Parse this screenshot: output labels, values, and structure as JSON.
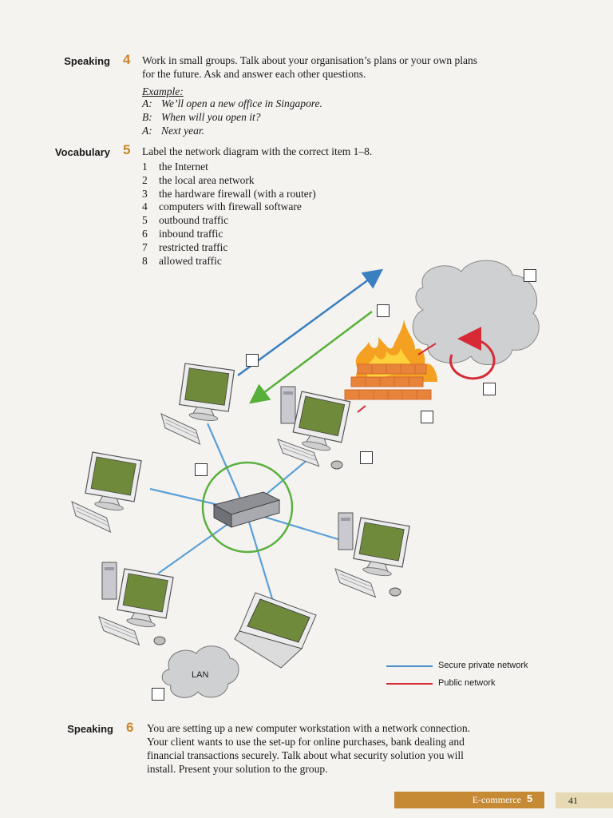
{
  "speaking4": {
    "label": "Speaking",
    "number": "4",
    "instruction_line1": "Work in small groups. Talk about your organisation’s plans or your own plans",
    "instruction_line2": "for the future. Ask and answer each other questions.",
    "example_label": "Example:",
    "example": [
      {
        "speaker": "A:",
        "line": "We’ll open a new office in Singapore."
      },
      {
        "speaker": "B:",
        "line": "When will you open it?"
      },
      {
        "speaker": "A:",
        "line": "Next year."
      }
    ]
  },
  "vocabulary5": {
    "label": "Vocabulary",
    "number": "5",
    "instruction": "Label the network diagram with the correct item 1–8.",
    "items": [
      {
        "n": "1",
        "text": "the Internet"
      },
      {
        "n": "2",
        "text": "the local area network"
      },
      {
        "n": "3",
        "text": "the hardware firewall (with a router)"
      },
      {
        "n": "4",
        "text": "computers with firewall software"
      },
      {
        "n": "5",
        "text": "outbound traffic"
      },
      {
        "n": "6",
        "text": "inbound traffic"
      },
      {
        "n": "7",
        "text": "restricted traffic"
      },
      {
        "n": "8",
        "text": "allowed traffic"
      }
    ]
  },
  "diagram": {
    "lan_label": "LAN",
    "legend": [
      {
        "label": "Secure private network",
        "color": "#4a8ccc"
      },
      {
        "label": "Public network",
        "color": "#d62b36"
      }
    ],
    "colors": {
      "cable": "#5ba0d8",
      "hub_ring": "#5cb040",
      "arrow_out": "#3a7fc0",
      "arrow_in": "#58b03a",
      "firewall": "#e8833a",
      "cloud": "#cfd0d2"
    }
  },
  "speaking6": {
    "label": "Speaking",
    "number": "6",
    "lines": [
      "You are setting up a new computer workstation with a network connection.",
      "Your client wants to use the set-up for online purchases, bank dealing and",
      "financial transactions securely. Talk about what security solution you will",
      "install. Present your solution to the group."
    ]
  },
  "footer": {
    "title": "E-commerce",
    "unit": "5",
    "page": "41",
    "accent": "#c58a33"
  }
}
